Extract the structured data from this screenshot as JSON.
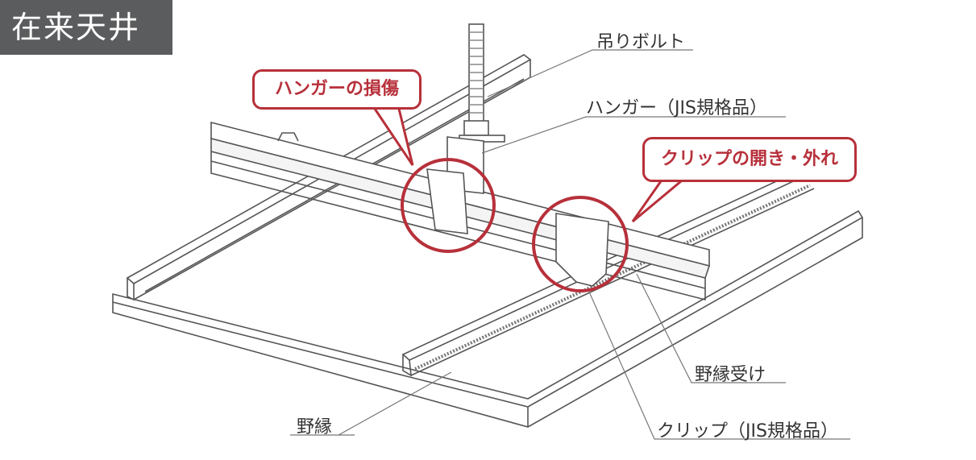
{
  "title": "在来天井",
  "labels": {
    "bolt": "吊りボルト",
    "hanger": "ハンガー（JIS規格品）",
    "nobuchi_uke": "野縁受け",
    "nobuchi": "野縁",
    "clip": "クリップ（JIS規格品）"
  },
  "callouts": {
    "hanger_damage": "ハンガーの損傷",
    "clip_open": "クリップの開き・外れ"
  },
  "colors": {
    "accent": "#b7303a",
    "title_bg": "#5b5c5e"
  }
}
